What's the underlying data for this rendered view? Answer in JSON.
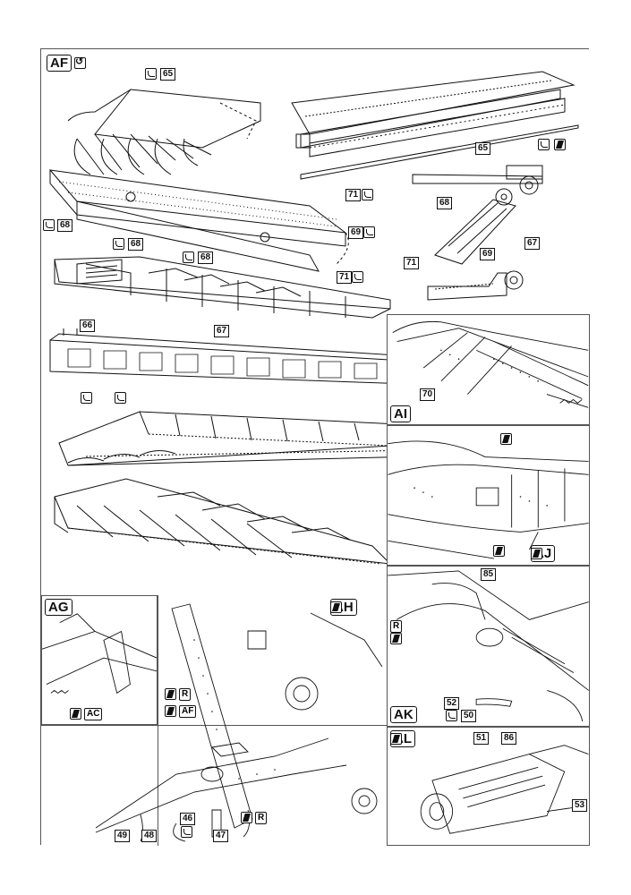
{
  "panels": {
    "af": {
      "tag": "AF"
    },
    "ag": {
      "tag": "AG"
    },
    "ah": {
      "tag": "AH"
    },
    "ai": {
      "tag": "AI"
    },
    "aj": {
      "tag": "AJ"
    },
    "ak": {
      "tag": "AK"
    },
    "al": {
      "tag": "AL"
    }
  },
  "parts": {
    "p65a": "65",
    "p65b": "65",
    "p68a": "68",
    "p68b": "68",
    "p68c": "68",
    "p68d": "68",
    "p71a": "71",
    "p71b": "71",
    "p71c": "71",
    "p69a": "69",
    "p69b": "69",
    "p67a": "67",
    "p67b": "67",
    "p66": "66",
    "p70": "70",
    "p85": "85",
    "p52": "52",
    "p50": "50",
    "p51": "51",
    "p86": "86",
    "p53": "53",
    "p49": "49",
    "p48": "48",
    "p46": "46",
    "p47": "47"
  },
  "labels": {
    "ac": "AC",
    "r1": "R",
    "af_ref": "AF",
    "r2": "R",
    "r3": "R"
  },
  "icons": [
    "reverse-side-icon",
    "glue-icon",
    "paint-icon"
  ],
  "colors": {
    "line": "#111111",
    "border": "#555555"
  }
}
